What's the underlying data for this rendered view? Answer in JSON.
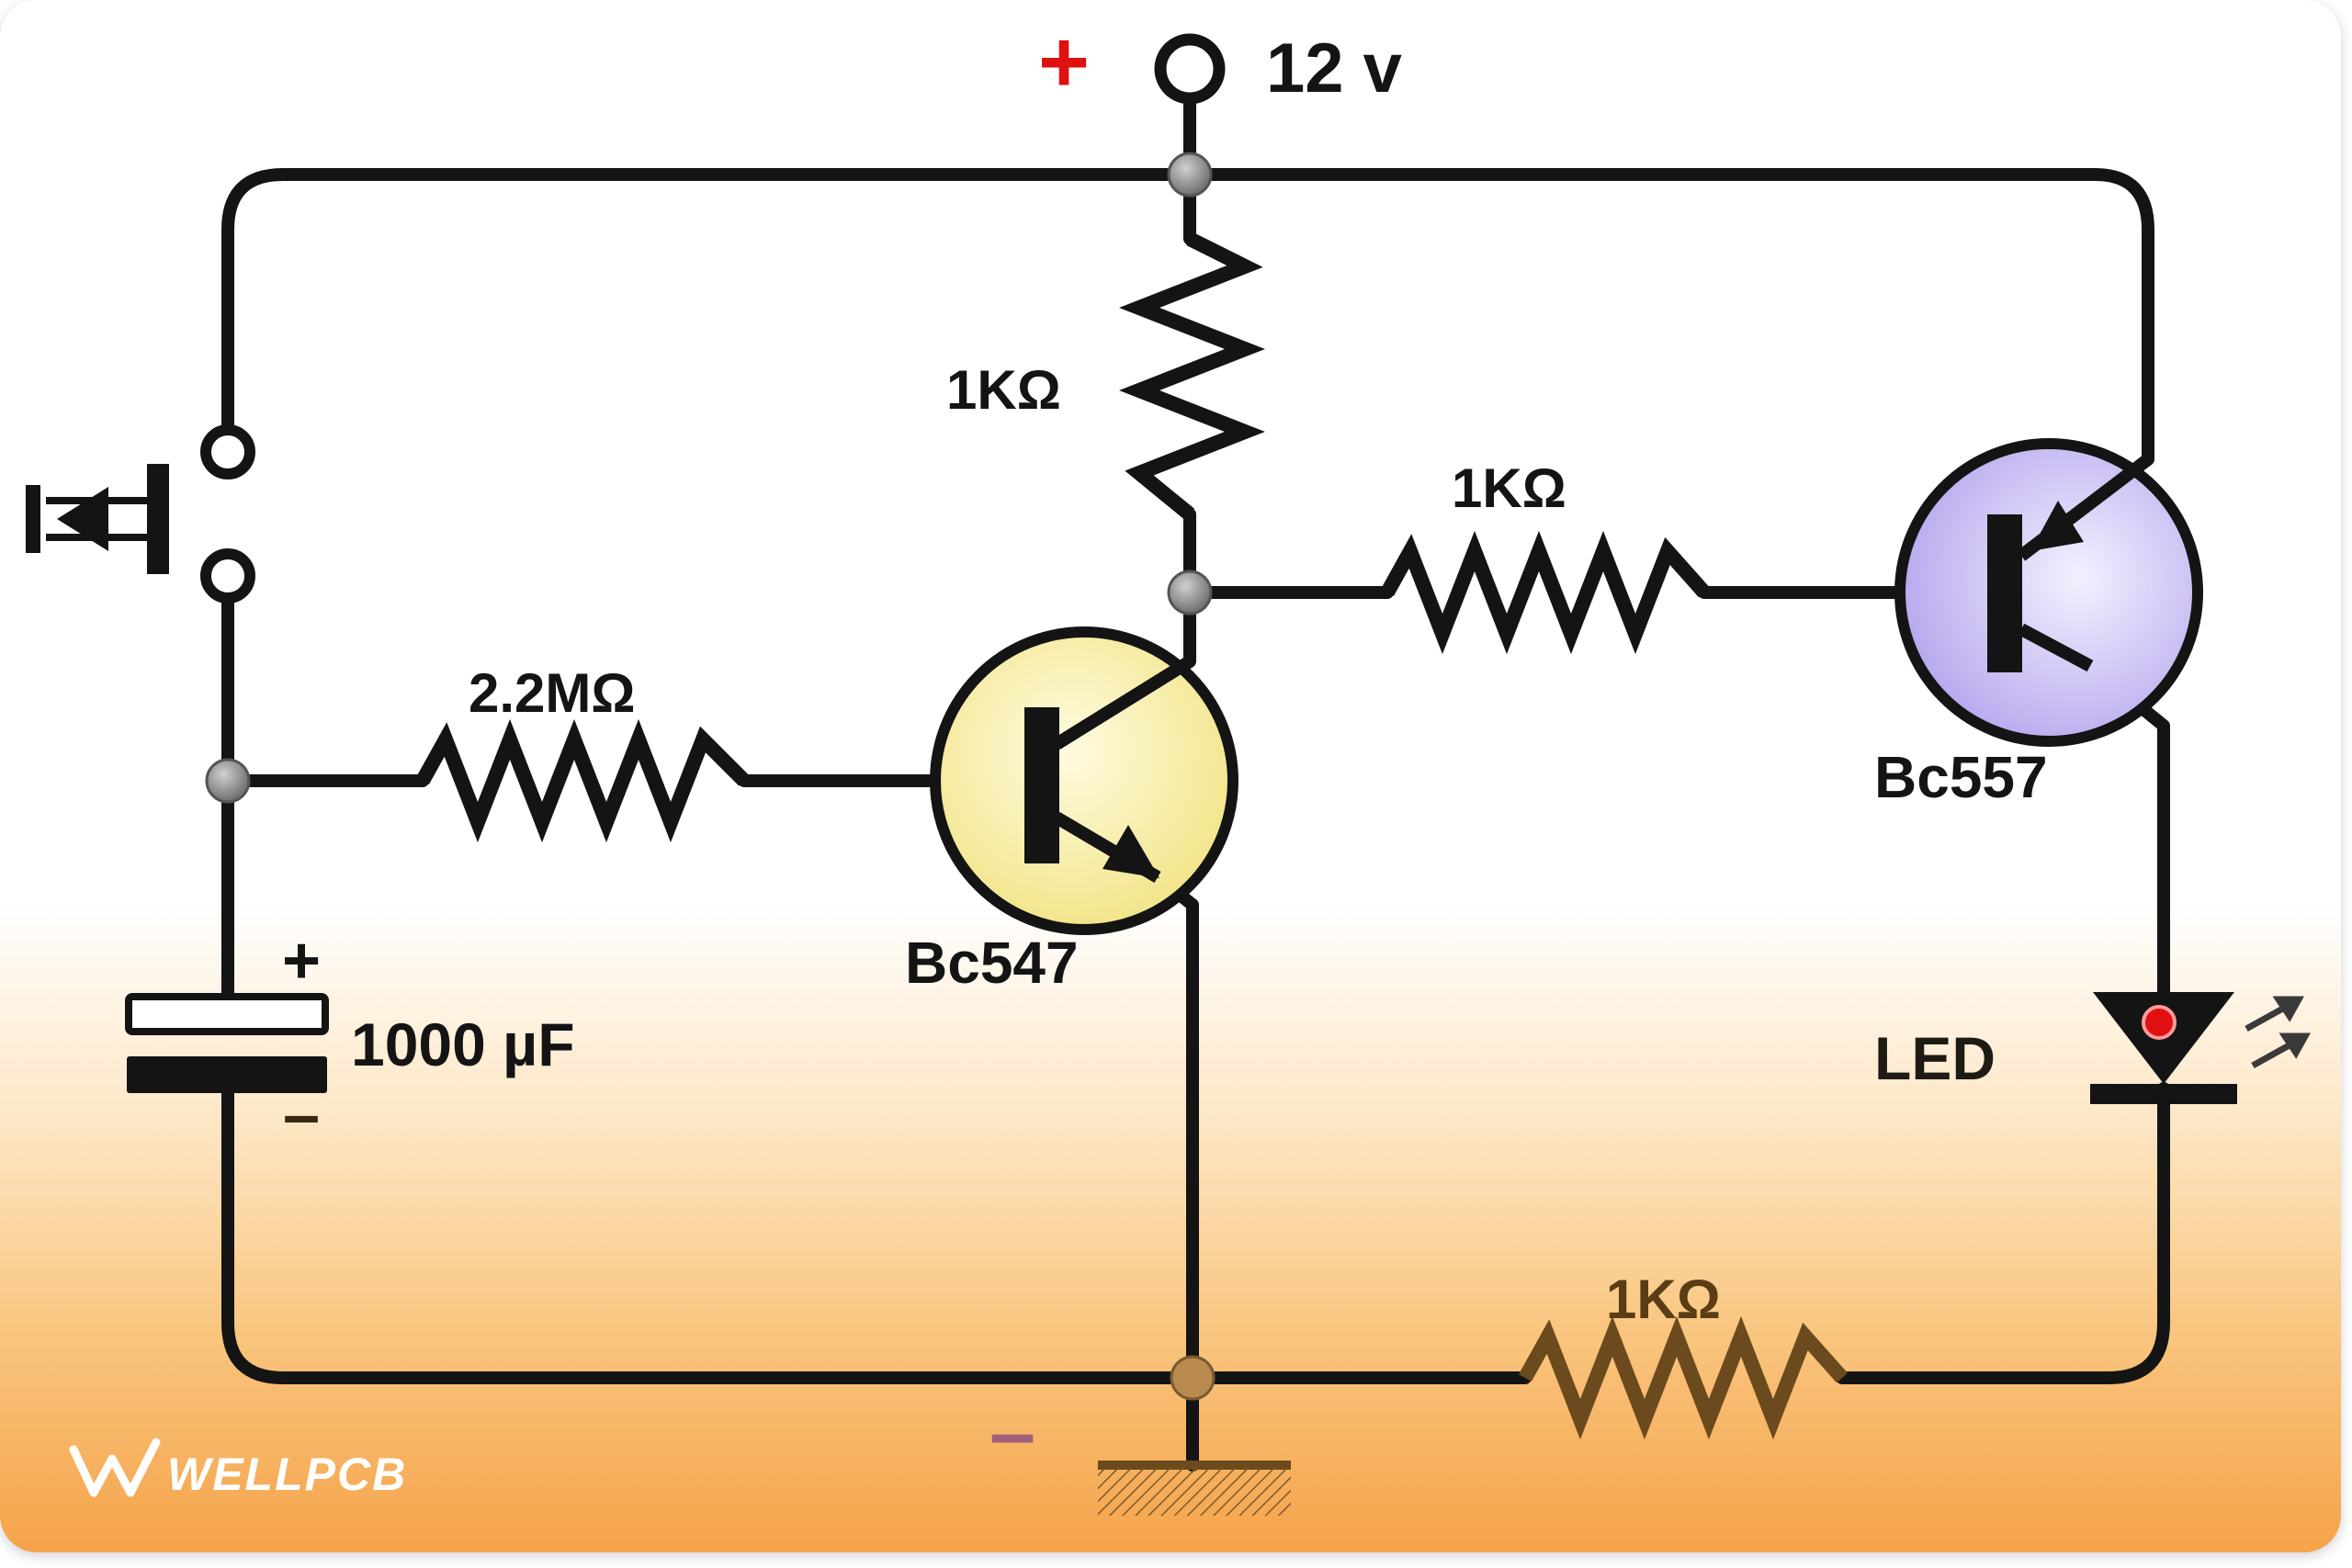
{
  "supply": {
    "polarity": "+",
    "voltage": "12 v"
  },
  "ground": {
    "polarity": "–"
  },
  "resistors": {
    "r_collector": "1KΩ",
    "r_base_pnp": "1KΩ",
    "r_base_npn": "2.2MΩ",
    "r_led": "1KΩ"
  },
  "transistors": {
    "npn": "Bc547",
    "pnp": "Bc557"
  },
  "capacitor": {
    "value": "1000 µF",
    "plus": "+",
    "minus": "–"
  },
  "led": {
    "label": "LED"
  },
  "watermark": "WELLPCB",
  "colors": {
    "wire": "#141414",
    "node": "#8a8a8a",
    "npn_fill": "#f7ee9e",
    "pnp_fill": "#c9bdf2",
    "led_dot": "#e01010",
    "supply_plus": "#e01010",
    "ground_minus": "#a0607a"
  }
}
